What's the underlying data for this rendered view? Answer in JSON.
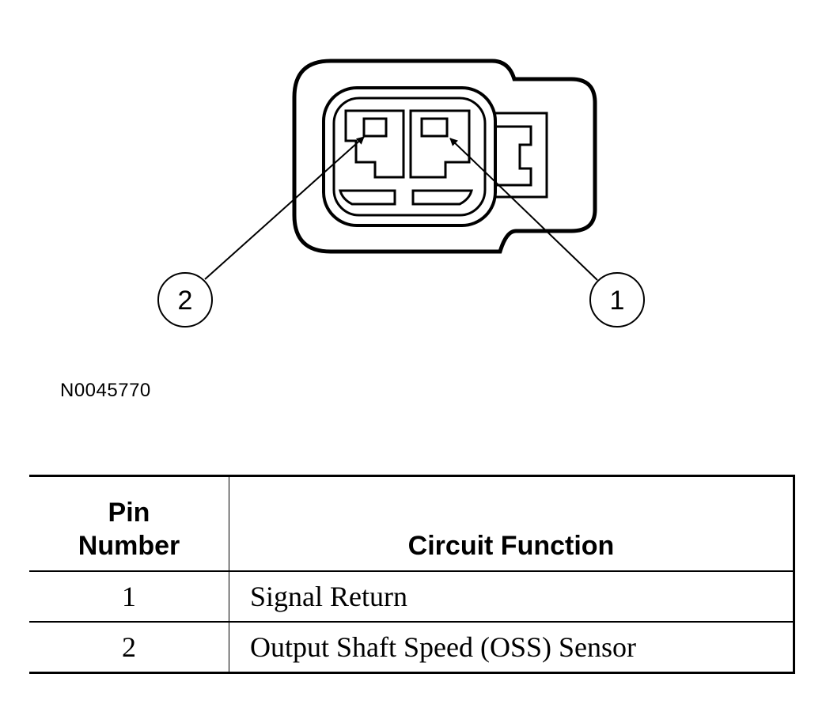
{
  "diagram": {
    "callouts": [
      {
        "id": "callout-2",
        "label": "2"
      },
      {
        "id": "callout-1",
        "label": "1"
      }
    ]
  },
  "figure_id": "N0045770",
  "table": {
    "header": {
      "pin_line1": "Pin",
      "pin_line2": "Number",
      "function": "Circuit Function"
    },
    "rows": [
      {
        "pin": "1",
        "function": "Signal Return"
      },
      {
        "pin": "2",
        "function": "Output Shaft Speed (OSS) Sensor"
      }
    ]
  }
}
